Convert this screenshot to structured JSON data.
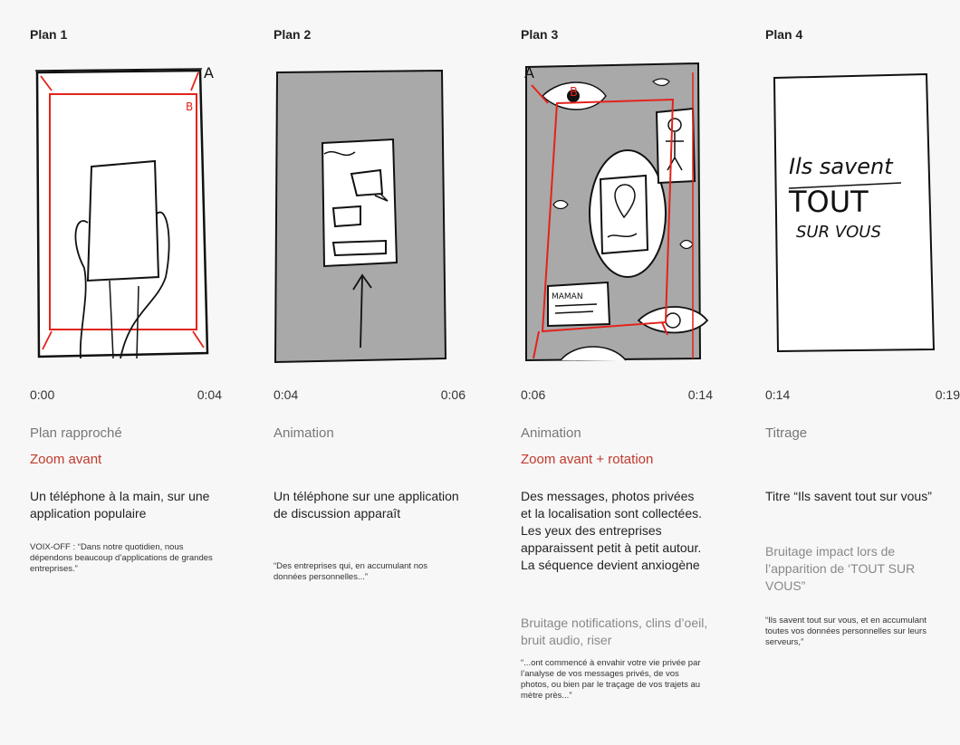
{
  "plans": [
    {
      "title": "Plan 1",
      "start": "0:00",
      "end": "0:04",
      "shot": "Plan rapproché",
      "movement": "Zoom avant",
      "description": "Un téléphone à la main, sur une application populaire",
      "sound": "",
      "voiceover": "VOIX-OFF : “Dans notre quotidien, nous dépendons beaucoup d’applications de grandes entreprises.”",
      "sketch_labels": [
        "A",
        "B"
      ]
    },
    {
      "title": "Plan 2",
      "start": "0:04",
      "end": "0:06",
      "shot": "Animation",
      "movement": "",
      "description": "Un téléphone sur une application de discussion apparaît",
      "sound": "",
      "voiceover": "“Des entreprises qui, en accumulant nos données personnelles...”",
      "sketch_labels": []
    },
    {
      "title": "Plan 3",
      "start": "0:06",
      "end": "0:14",
      "shot": "Animation",
      "movement": "Zoom avant + rotation",
      "description": "Des messages, photos privées et la localisation sont collectées. Les yeux des entreprises apparaissent petit à petit autour. La séquence devient anxiogène",
      "sound": "Bruitage notifications, clins d’oeil, bruit audio, riser",
      "voiceover": "“...ont commencé à envahir votre vie privée par l’analyse de vos messages privés, de vos photos, ou bien par le traçage de vos trajets au mètre près...”",
      "sketch_labels": [
        "A",
        "B",
        "MAMAN"
      ]
    },
    {
      "title": "Plan 4",
      "start": "0:14",
      "end": "0:19",
      "shot": "Titrage",
      "movement": "",
      "description": "Titre “Ils savent tout sur vous”",
      "sound": "Bruitage impact lors de l’apparition de ‘TOUT SUR VOUS”",
      "voiceover": "“Ils savent tout sur vous, et en accumulant toutes vos données personnelles sur leurs serveurs,”",
      "sketch_labels": [
        "Ils savent",
        "TOUT",
        "SUR VOUS"
      ]
    }
  ],
  "colors": {
    "accent_red": "#c0392b",
    "sketch_red": "#e3231b",
    "sketch_gray": "#a9a9a9"
  }
}
